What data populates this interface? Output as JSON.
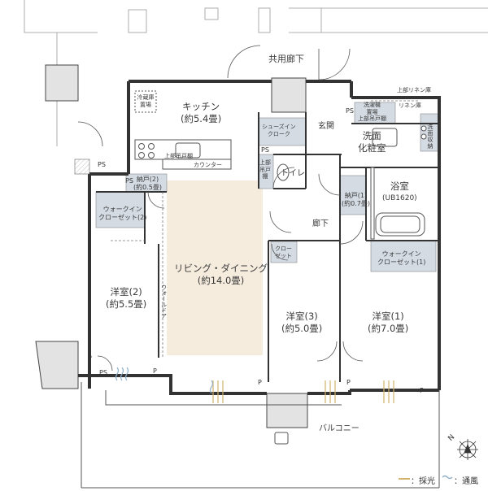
{
  "rooms": {
    "kitchen": {
      "name": "キッチン",
      "area": "(約5.4畳)"
    },
    "living": {
      "name": "リビング・ダイニング",
      "area": "(約14.0畳)"
    },
    "western2": {
      "name": "洋室(2)",
      "area": "(約5.5畳)"
    },
    "western3": {
      "name": "洋室(3)",
      "area": "(約5.0畳)"
    },
    "western1": {
      "name": "洋室(1)",
      "area": "(約7.0畳)"
    },
    "entrance": {
      "name": "玄関"
    },
    "washroom": {
      "name": "洗面",
      "name2": "化粧室"
    },
    "bath": {
      "name": "浴室",
      "spec": "(UB1620)"
    },
    "toilet": {
      "name": "トイレ"
    },
    "hallway": {
      "name": "廊下"
    },
    "balcony": {
      "name": "バルコニー"
    },
    "common_corridor": {
      "name": "共用廊下"
    }
  },
  "storage": {
    "fridge": {
      "line1": "冷蔵庫",
      "line2": "置場"
    },
    "counter": "カウンター",
    "upper_cabinet_kitchen": "上部吊戸棚",
    "shoes_in_closet": {
      "line1": "シューズイン",
      "line2": "クローク"
    },
    "upper_cabinet_entrance": {
      "line1": "上部",
      "line2": "吊戸",
      "line3": "棚"
    },
    "nando2": {
      "line1": "納戸(2)",
      "line2": "(約0.5畳)"
    },
    "walk_in_closet2": {
      "line1": "ウォークイン",
      "line2": "クローゼット(2)"
    },
    "nando1": {
      "line1": "納戸(1)",
      "line2": "(約0.7畳)"
    },
    "closet": {
      "line1": "クロー",
      "line2": "ゼット"
    },
    "walk_in_closet1": {
      "line1": "ウォークイン",
      "line2": "クローゼット(1)"
    },
    "washer": {
      "line1": "洗濯機",
      "line2": "置場",
      "line3": "上部吊戸棚"
    },
    "linen": "リネン庫",
    "linen_upper": "上部リネン庫",
    "washroom_storage": {
      "line1": "洗面",
      "line2": "収納"
    },
    "wall_door": "ウォールドア"
  },
  "markers": {
    "ps": "PS",
    "p": "P"
  },
  "legend": {
    "light": "：採光",
    "wind": "：通風"
  },
  "compass": "N",
  "colors": {
    "living_floor": "#f6ecde",
    "storage_fill": "#d4dbe3",
    "wall": "#333333",
    "light_arrow": "#d3b36c",
    "wind_arrow": "#8fb0c8",
    "column_fill": "#e3e3e3"
  }
}
